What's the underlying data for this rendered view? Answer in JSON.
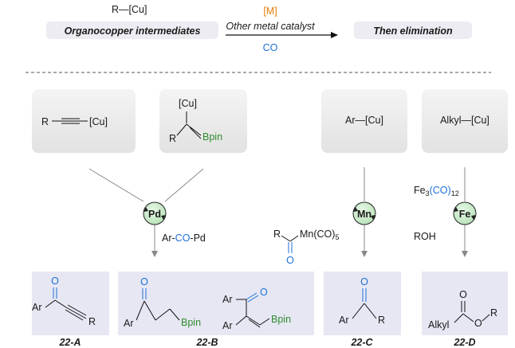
{
  "top": {
    "reagent": "R—[Cu]",
    "left_box_label": "Organocopper intermediates",
    "metal": "[M]",
    "condition": "Other metal catalyst",
    "co": "CO",
    "right_box_label": "Then elimination"
  },
  "sources": {
    "alkynyl": {
      "r": "R",
      "cu": "[Cu]"
    },
    "vinyl": {
      "cu": "[Cu]",
      "r": "R",
      "bpin": "Bpin"
    },
    "aryl": {
      "label": "Ar—[Cu]"
    },
    "alkyl": {
      "label": "Alkyl—[Cu]"
    }
  },
  "catalysts": {
    "pd": "Pd",
    "mn": "Mn",
    "fe": "Fe"
  },
  "reagents": {
    "pd_ar": "Ar-",
    "pd_co": "CO",
    "pd_pd": "-Pd",
    "mn_r": "R",
    "mn_mnco": "Mn(CO)",
    "mn_sub": "5",
    "mn_o": "O",
    "fe_fe": "Fe",
    "fe_sub3": "3",
    "fe_co": "(CO)",
    "fe_sub12": "12",
    "fe_roh": "ROH"
  },
  "products": {
    "a": {
      "id": "22-A",
      "ar": "Ar",
      "r": "R",
      "o": "O"
    },
    "b": {
      "id": "22-B",
      "ar1": "Ar",
      "bpin1": "Bpin",
      "o1": "O",
      "ar2": "Ar",
      "ar3": "Ar",
      "o2": "O",
      "bpin2": "Bpin"
    },
    "c": {
      "id": "22-C",
      "ar": "Ar",
      "r": "R",
      "o": "O"
    },
    "d": {
      "id": "22-D",
      "alkyl": "Alkyl",
      "o1": "O",
      "o2": "O",
      "r": "R"
    }
  },
  "colors": {
    "blue": "#1e6fd9",
    "green": "#2e8b2e",
    "orange": "#e07b00",
    "catalyst_fill": "#c8ebc8",
    "product_box": "#e6e7f3",
    "source_box": "#ececec"
  }
}
